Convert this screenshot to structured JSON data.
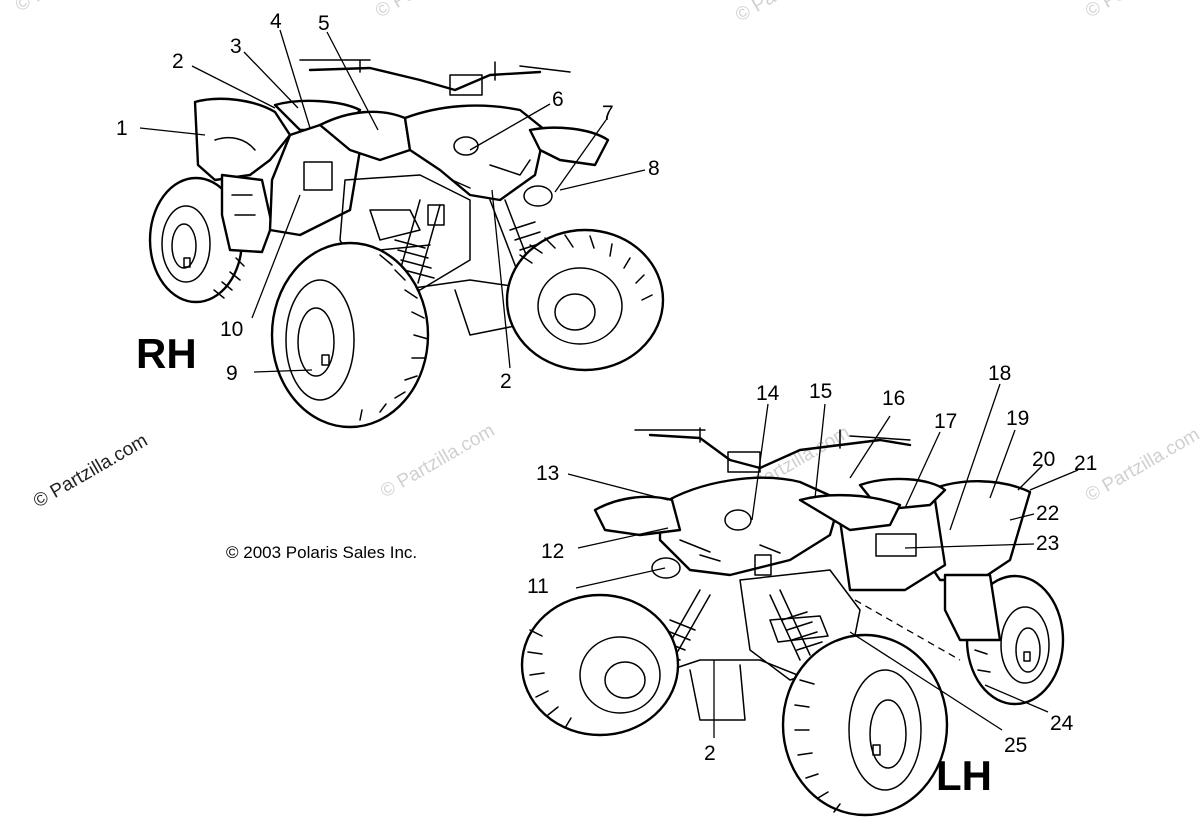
{
  "diagram": {
    "view_rh_label": "RH",
    "view_lh_label": "LH",
    "copyright": "© 2003 Polaris Sales Inc.",
    "watermark": "© Partzilla.com",
    "callouts_rh": [
      "1",
      "2",
      "3",
      "4",
      "5",
      "6",
      "7",
      "8",
      "9",
      "10",
      "2"
    ],
    "callouts_lh": [
      "11",
      "12",
      "13",
      "14",
      "15",
      "16",
      "17",
      "18",
      "19",
      "20",
      "21",
      "22",
      "23",
      "24",
      "25",
      "2"
    ]
  }
}
